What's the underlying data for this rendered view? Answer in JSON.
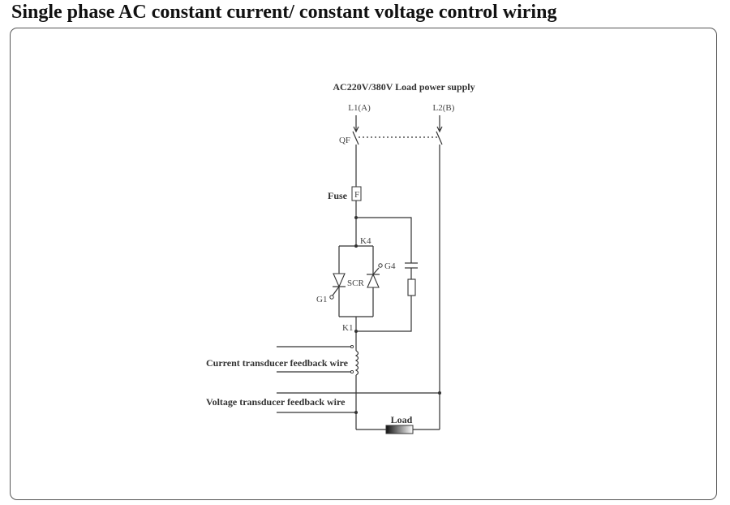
{
  "title": "Single phase AC constant current/ constant voltage control wiring",
  "diagram": {
    "supply_label": "AC220V/380V Load power supply",
    "l1_label": "L1(A)",
    "l2_label": "L2(B)",
    "qf_label": "QF",
    "fuse_label": "Fuse",
    "fuse_symbol": "F",
    "k4_label": "K4",
    "g4_label": "G4",
    "scr_label": "SCR",
    "g1_label": "G1",
    "k1_label": "K1",
    "current_feedback_label": "Current transducer feedback wire",
    "voltage_feedback_label": "Voltage transducer feedback wire",
    "load_label": "Load"
  }
}
